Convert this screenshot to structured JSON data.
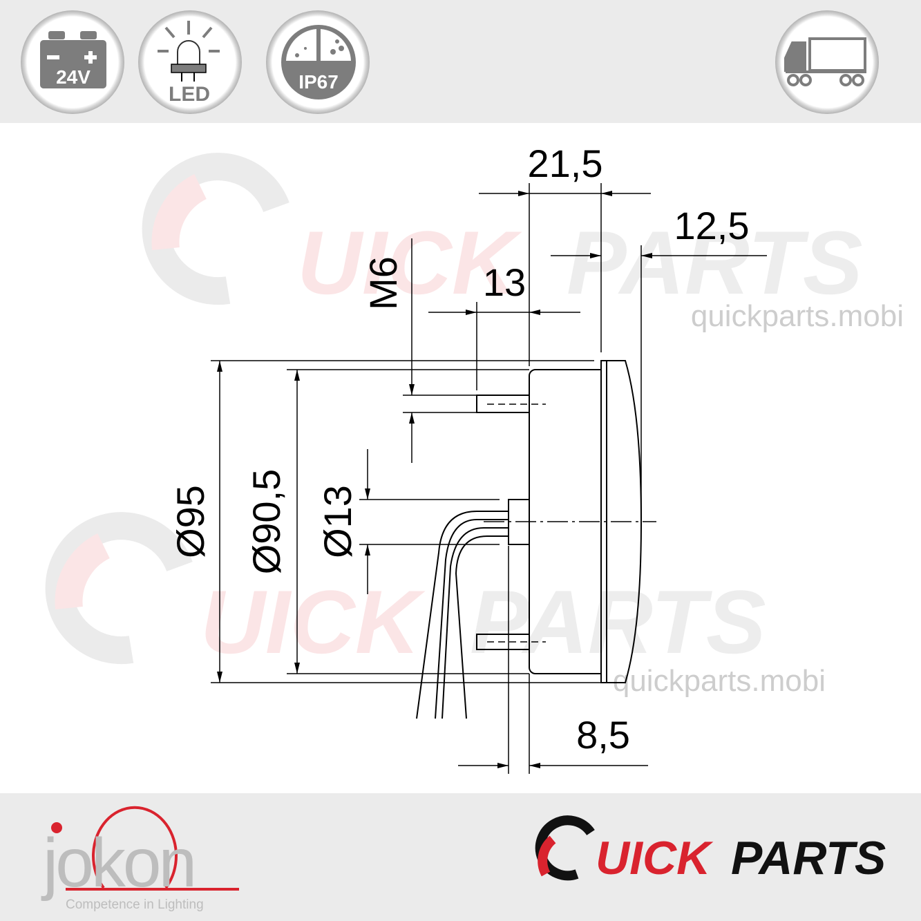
{
  "badges": [
    {
      "icon": "battery-icon",
      "label": "24V"
    },
    {
      "icon": "led-icon",
      "label": "LED"
    },
    {
      "icon": "ip-rating-icon",
      "label": "IP67"
    },
    {
      "icon": "truck-icon",
      "label": ""
    }
  ],
  "dimensions": {
    "depth_total": "21,5",
    "lens_depth": "12,5",
    "stud_offset": "13",
    "thread": "M6",
    "outer_diameter": "Ø95",
    "housing_diameter": "Ø90,5",
    "gland_diameter": "Ø13",
    "gland_length": "8,5"
  },
  "watermark": {
    "brand": "QUICKPARTS",
    "url": "quickparts.mobi"
  },
  "footer": {
    "jokon_logo": "jokon",
    "jokon_tagline": "Competence in Lighting",
    "quickparts_logo_a": "UICK",
    "quickparts_logo_b": "PARTS"
  },
  "colors": {
    "accent_red": "#d9232e",
    "icon_gray": "#7d7d7d",
    "band_gray": "#ebebeb"
  }
}
